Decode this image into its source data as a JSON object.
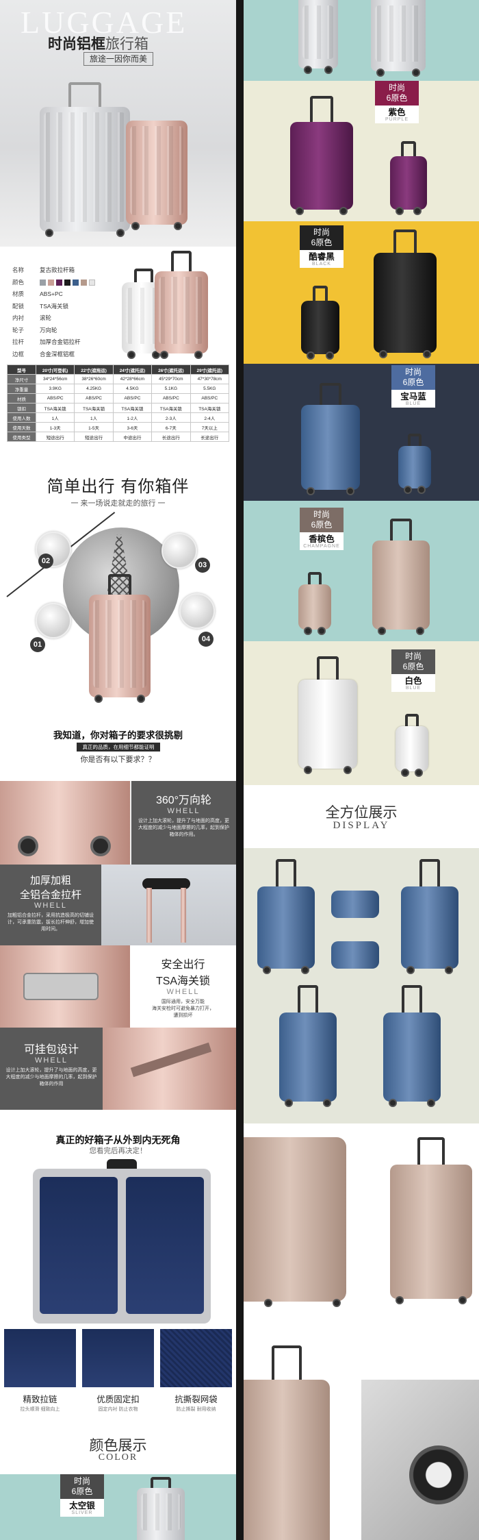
{
  "hero": {
    "watermark": "LUGGAGE",
    "title_bold": "时尚铝框",
    "title_thin": "旅行箱",
    "slogan": "旅途一因你而美"
  },
  "specs": {
    "rows": [
      {
        "k": "名称",
        "v": "复古款拉杆箱"
      },
      {
        "k": "颜色",
        "v": ""
      },
      {
        "k": "材质",
        "v": "ABS+PC"
      },
      {
        "k": "配锁",
        "v": "TSA海关锁"
      },
      {
        "k": "内衬",
        "v": "滚轮"
      },
      {
        "k": "轮子",
        "v": "万向轮"
      },
      {
        "k": "拉杆",
        "v": "加厚合金铝拉杆"
      },
      {
        "k": "边框",
        "v": "合金深框铝框"
      }
    ],
    "colors": [
      "#9aa0a6",
      "#c9a096",
      "#5d1f55",
      "#1c1c1c",
      "#3c5f8c",
      "#b59a8c",
      "#e6e6e6"
    ]
  },
  "table": {
    "header": [
      "型号",
      "20寸(可登机)",
      "22寸(遮拖运)",
      "24寸(遮托运)",
      "26寸(遮托运)",
      "29寸(遮托运)"
    ],
    "rows": [
      [
        "净尺寸",
        "34*24*56cm",
        "38*26*60cm",
        "42*28*66cm",
        "45*29*70cm",
        "47*30*78cm"
      ],
      [
        "净重量",
        "3.9KG",
        "4.25KG",
        "4.5KG",
        "5.1KG",
        "5.5KG"
      ],
      [
        "材质",
        "ABS/PC",
        "ABS/PC",
        "ABS/PC",
        "ABS/PC",
        "ABS/PC"
      ],
      [
        "锁扣",
        "TSA海关锁",
        "TSA海关锁",
        "TSA海关锁",
        "TSA海关锁",
        "TSA海关锁"
      ],
      [
        "使用人数",
        "1人",
        "1人",
        "1-2人",
        "2-3人",
        "2-4人"
      ],
      [
        "使用天数",
        "1-3天",
        "1-5天",
        "3-6天",
        "6-7天",
        "7天以上"
      ],
      [
        "使用类型",
        "短途出行",
        "短途出行",
        "中途出行",
        "长途出行",
        "长途出行"
      ]
    ]
  },
  "section2": {
    "title": "简单出行 有你箱伴",
    "subtitle": "一 来一场说走就走的旅行 一",
    "nums": [
      "01",
      "02",
      "03",
      "04"
    ],
    "q1": "我知道，你对箱子的要求很挑剔",
    "q2": "真正的品质，在用细节都能证明",
    "q3": "你是否有以下要求？？"
  },
  "features": [
    {
      "title": "360°万向轮",
      "en": "WHELL",
      "desc": "设计上加大滚轮，提升了与地面的高度，更大程度的减少与地面摩擦的几率，起到保护箱体的作用。"
    },
    {
      "title": "加厚加粗\n全铝合金拉杆",
      "en": "WHELL",
      "desc": "加粗铝合金拉杆，采用抗造极高的切铺设计，可承重防震，拔长拉杆伸舒，增加使用时间。"
    },
    {
      "title": "安全出行\nTSA海关锁",
      "en": "WHELL",
      "desc": "国际通用，安全万能\n海关安检时可避免暴力打开，\n遭到损坏"
    },
    {
      "title": "可挂包设计",
      "en": "WHELL",
      "desc": "设计上加大滚轮，提升了与地面的高度，更大程度的减少与地面摩擦的几率，起到保护箱体的作用"
    }
  ],
  "section3": {
    "title": "真正的好箱子从外到内无死角",
    "subtitle": "您看完后再决定！",
    "details": [
      {
        "label": "精致拉链",
        "sub": "拉头顺滑 细致向上"
      },
      {
        "label": "优质固定扣",
        "sub": "固定内衬 防止衣物"
      },
      {
        "label": "抗撕裂网袋",
        "sub": "防止撕裂 耐用收纳"
      }
    ]
  },
  "colorSection": {
    "title": "颜色展示",
    "subtitle": "COLOR",
    "silver": {
      "top1": "时尚",
      "top2": "6原色",
      "name": "太空银",
      "en": "SLIVER"
    }
  },
  "rightTags": [
    {
      "top1": "时尚",
      "top2": "6原色",
      "name": "紫色",
      "en": "PURPLE"
    },
    {
      "top1": "时尚",
      "top2": "6原色",
      "name": "酷睿黑",
      "en": "BLACK"
    },
    {
      "top1": "时尚",
      "top2": "6原色",
      "name": "宝马蓝",
      "en": "BLUE"
    },
    {
      "top1": "时尚",
      "top2": "6原色",
      "name": "香槟色",
      "en": "CHAMPAGNE"
    },
    {
      "top1": "时尚",
      "top2": "6原色",
      "name": "白色",
      "en": "BLUE"
    }
  ],
  "display": {
    "title": "全方位展示",
    "subtitle": "DISPLAY"
  },
  "colors": {
    "teal": "#a9d3ce",
    "cream": "#ecebd8",
    "mustard": "#f2c233",
    "navy": "#2f3748",
    "dark_gray": "#595959"
  }
}
